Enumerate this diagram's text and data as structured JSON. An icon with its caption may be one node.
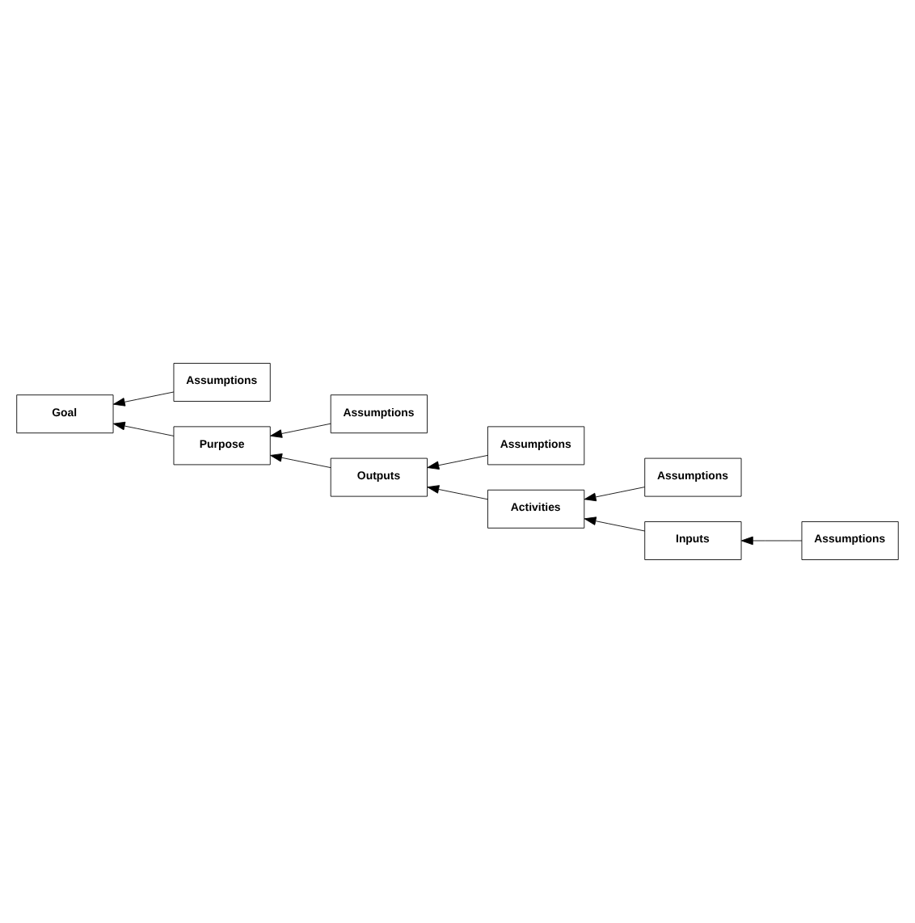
{
  "diagram": {
    "nodes": [
      {
        "text": [
          "Goal"
        ]
      },
      {
        "text": [
          "Assumptions"
        ]
      },
      {
        "text": [
          "Purpose"
        ]
      },
      {
        "text": [
          "Assumptions"
        ]
      },
      {
        "text": [
          "Outputs"
        ]
      },
      {
        "text": [
          "Assumptions"
        ]
      },
      {
        "text": [
          "Activities"
        ]
      },
      {
        "text": [
          "Assumptions"
        ]
      },
      {
        "text": [
          "Inputs"
        ]
      },
      {
        "text": [
          "Assumptions"
        ]
      }
    ],
    "edges": [
      {
        "from": 1,
        "to": 0,
        "arrow": "to"
      },
      {
        "from": 3,
        "to": 2,
        "arrow": "to"
      },
      {
        "from": 5,
        "to": 4,
        "arrow": "to"
      },
      {
        "from": 7,
        "to": 6,
        "arrow": "to"
      },
      {
        "from": 9,
        "to": 8,
        "arrow": "to"
      },
      {
        "from": 8,
        "to": 6,
        "arrow": "to"
      },
      {
        "from": 6,
        "to": 4,
        "arrow": "to"
      },
      {
        "from": 4,
        "to": 2,
        "arrow": "to"
      },
      {
        "from": 2,
        "to": 0,
        "arrow": "to"
      }
    ]
  }
}
